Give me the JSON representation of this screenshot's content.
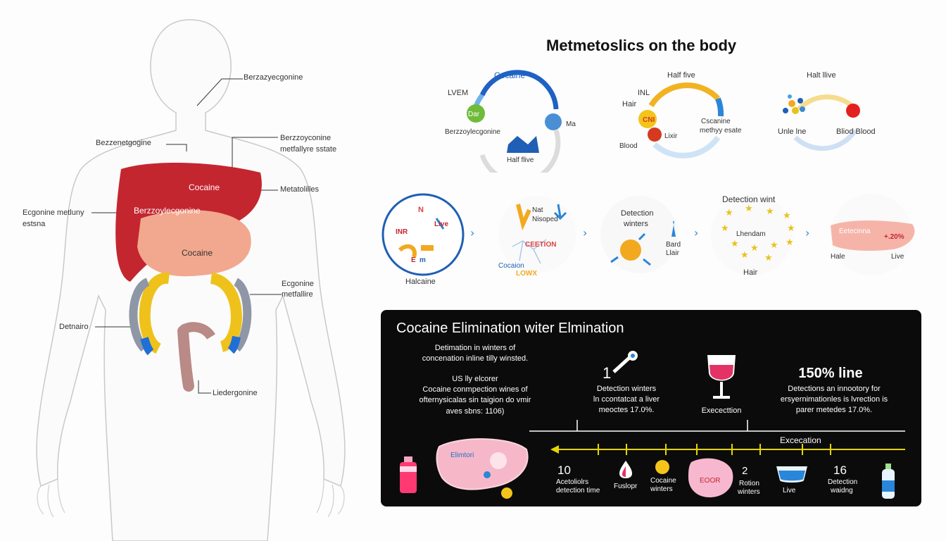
{
  "title": "Metmetoslics on the body",
  "body_labels": {
    "benzoyl_top": "Berzazyecgonine",
    "benzo_left": "Bezzenetgogine",
    "benzo_right_1": "Berzzoyconine",
    "benzo_right_2": "metfallyre sstate",
    "metabolites": "Metatolilles",
    "ecgonine_left_1": "Ecgonine metluny",
    "ecgonine_left_2": "estsna",
    "liver_cocaine": "Cocaine",
    "liver_benzo": "Berzzoylecgonine",
    "pancreas_cocaine": "Cocaine",
    "ecgonine_right_1": "Ecgonine",
    "ecgonine_right_2": "metfallire",
    "detaairo": "Detnairo",
    "lieder": "Liedergonine"
  },
  "cycles": [
    {
      "title": "Cocaine",
      "labels": [
        "LVEM",
        "Dar",
        "Berzzoylecgonine",
        "Ma",
        "Half flive"
      ]
    },
    {
      "title": "Half five",
      "labels": [
        "INL",
        "Hair",
        "CNI",
        "Lixir",
        "Cscanine",
        "methyy esate",
        "Blood"
      ]
    },
    {
      "title": "Halt llive",
      "labels": [
        "Unle lne",
        "Bliod Blood"
      ]
    }
  ],
  "process": {
    "c1": {
      "labels": [
        "N",
        "Live",
        "INR",
        "E",
        "m"
      ],
      "caption": "Halcaine"
    },
    "c2": {
      "labels": [
        "Nat",
        "Nisoped",
        "CEETION",
        "Cocaion",
        "LOWX"
      ]
    },
    "c3": {
      "labels": [
        "Detection",
        "winters",
        "Bard",
        "Llair"
      ]
    },
    "c4": {
      "title": "Detection wint",
      "labels": [
        "Lhendam",
        "Hair"
      ]
    },
    "c5": {
      "labels": [
        "Eetecinna",
        "+.20%",
        "Hale",
        "Live"
      ]
    }
  },
  "panel": {
    "title": "Cocaine Elimination witer Elmination",
    "text1_1": "Detimation in winters of",
    "text1_2": "concenation inline tilly winsted.",
    "text2_1": "US lly elcorer",
    "text2_2": "Cocaine conmpection wines of",
    "text2_3": "ofternysicalas sin taigion do vmir",
    "text2_4": "aves sbns: 1106)",
    "mid_number": "1",
    "mid_1": "Detection winters",
    "mid_2": "ln ccontatcat a liver",
    "mid_3": "meoctes 17.0%.",
    "glass_label": "Exececttion",
    "right_title": "150% line",
    "right_1": "Detections an innootory for",
    "right_2": "ersyernimationles is lvrection is",
    "right_3": "parer metedes 17.0%.",
    "excecation": "Excecation",
    "liver_label": "Elimtori",
    "t1_num": "10",
    "t1_1": "Acetoliolrs",
    "t1_2": "detection time",
    "t2": "Fuslopr",
    "t3_1": "Cocaine",
    "t3_2": "winters",
    "stomach": "EOOR",
    "t4_num": "2",
    "t4_1": "Rotion",
    "t4_2": "winters",
    "t5": "Live",
    "t6_num": "16",
    "t6_1": "Detection",
    "t6_2": "waidng"
  },
  "colors": {
    "liver": "#c42630",
    "pancreas": "#f2a88e",
    "intestine": "#efc21b",
    "blue": "#1f5fb5",
    "panel": "#0b0b0b",
    "timeline": "#e6d400"
  }
}
